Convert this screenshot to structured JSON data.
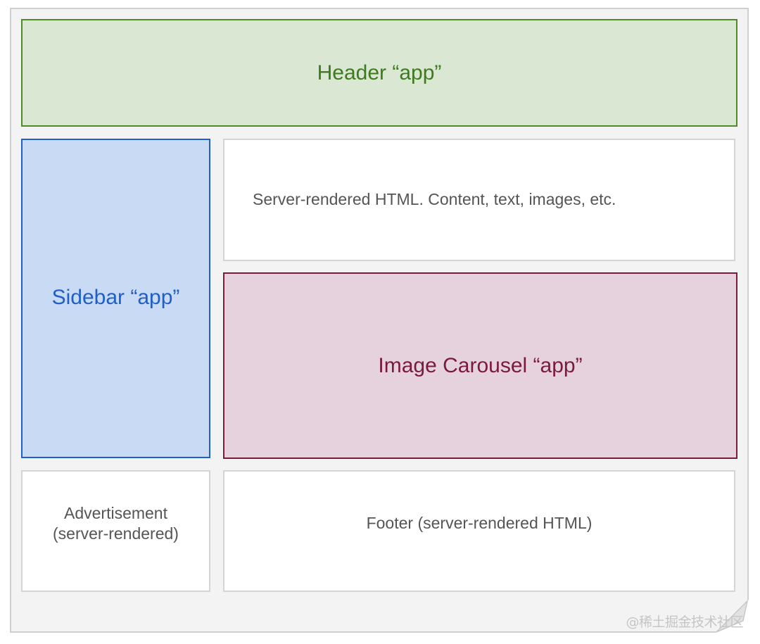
{
  "header_app": {
    "label": "Header “app”"
  },
  "sidebar_app": {
    "label": "Sidebar “app”"
  },
  "main_content": {
    "label": "Server-rendered HTML. Content, text, images, etc."
  },
  "image_carousel_app": {
    "label": "Image Carousel “app”"
  },
  "advertisement": {
    "line1": "Advertisement",
    "line2": "(server-rendered)"
  },
  "footer": {
    "label": "Footer (server-rendered HTML)"
  },
  "watermark": {
    "text": "@稀土掘金技术社区"
  },
  "colors": {
    "header_fill": "#dae8d3",
    "header_border": "#4f8a2a",
    "sidebar_fill": "#c9daf4",
    "sidebar_border": "#1f5fc6",
    "carousel_fill": "#e6d2dd",
    "carousel_border": "#7a1a3f",
    "server_box_border": "#d4d4d4"
  }
}
